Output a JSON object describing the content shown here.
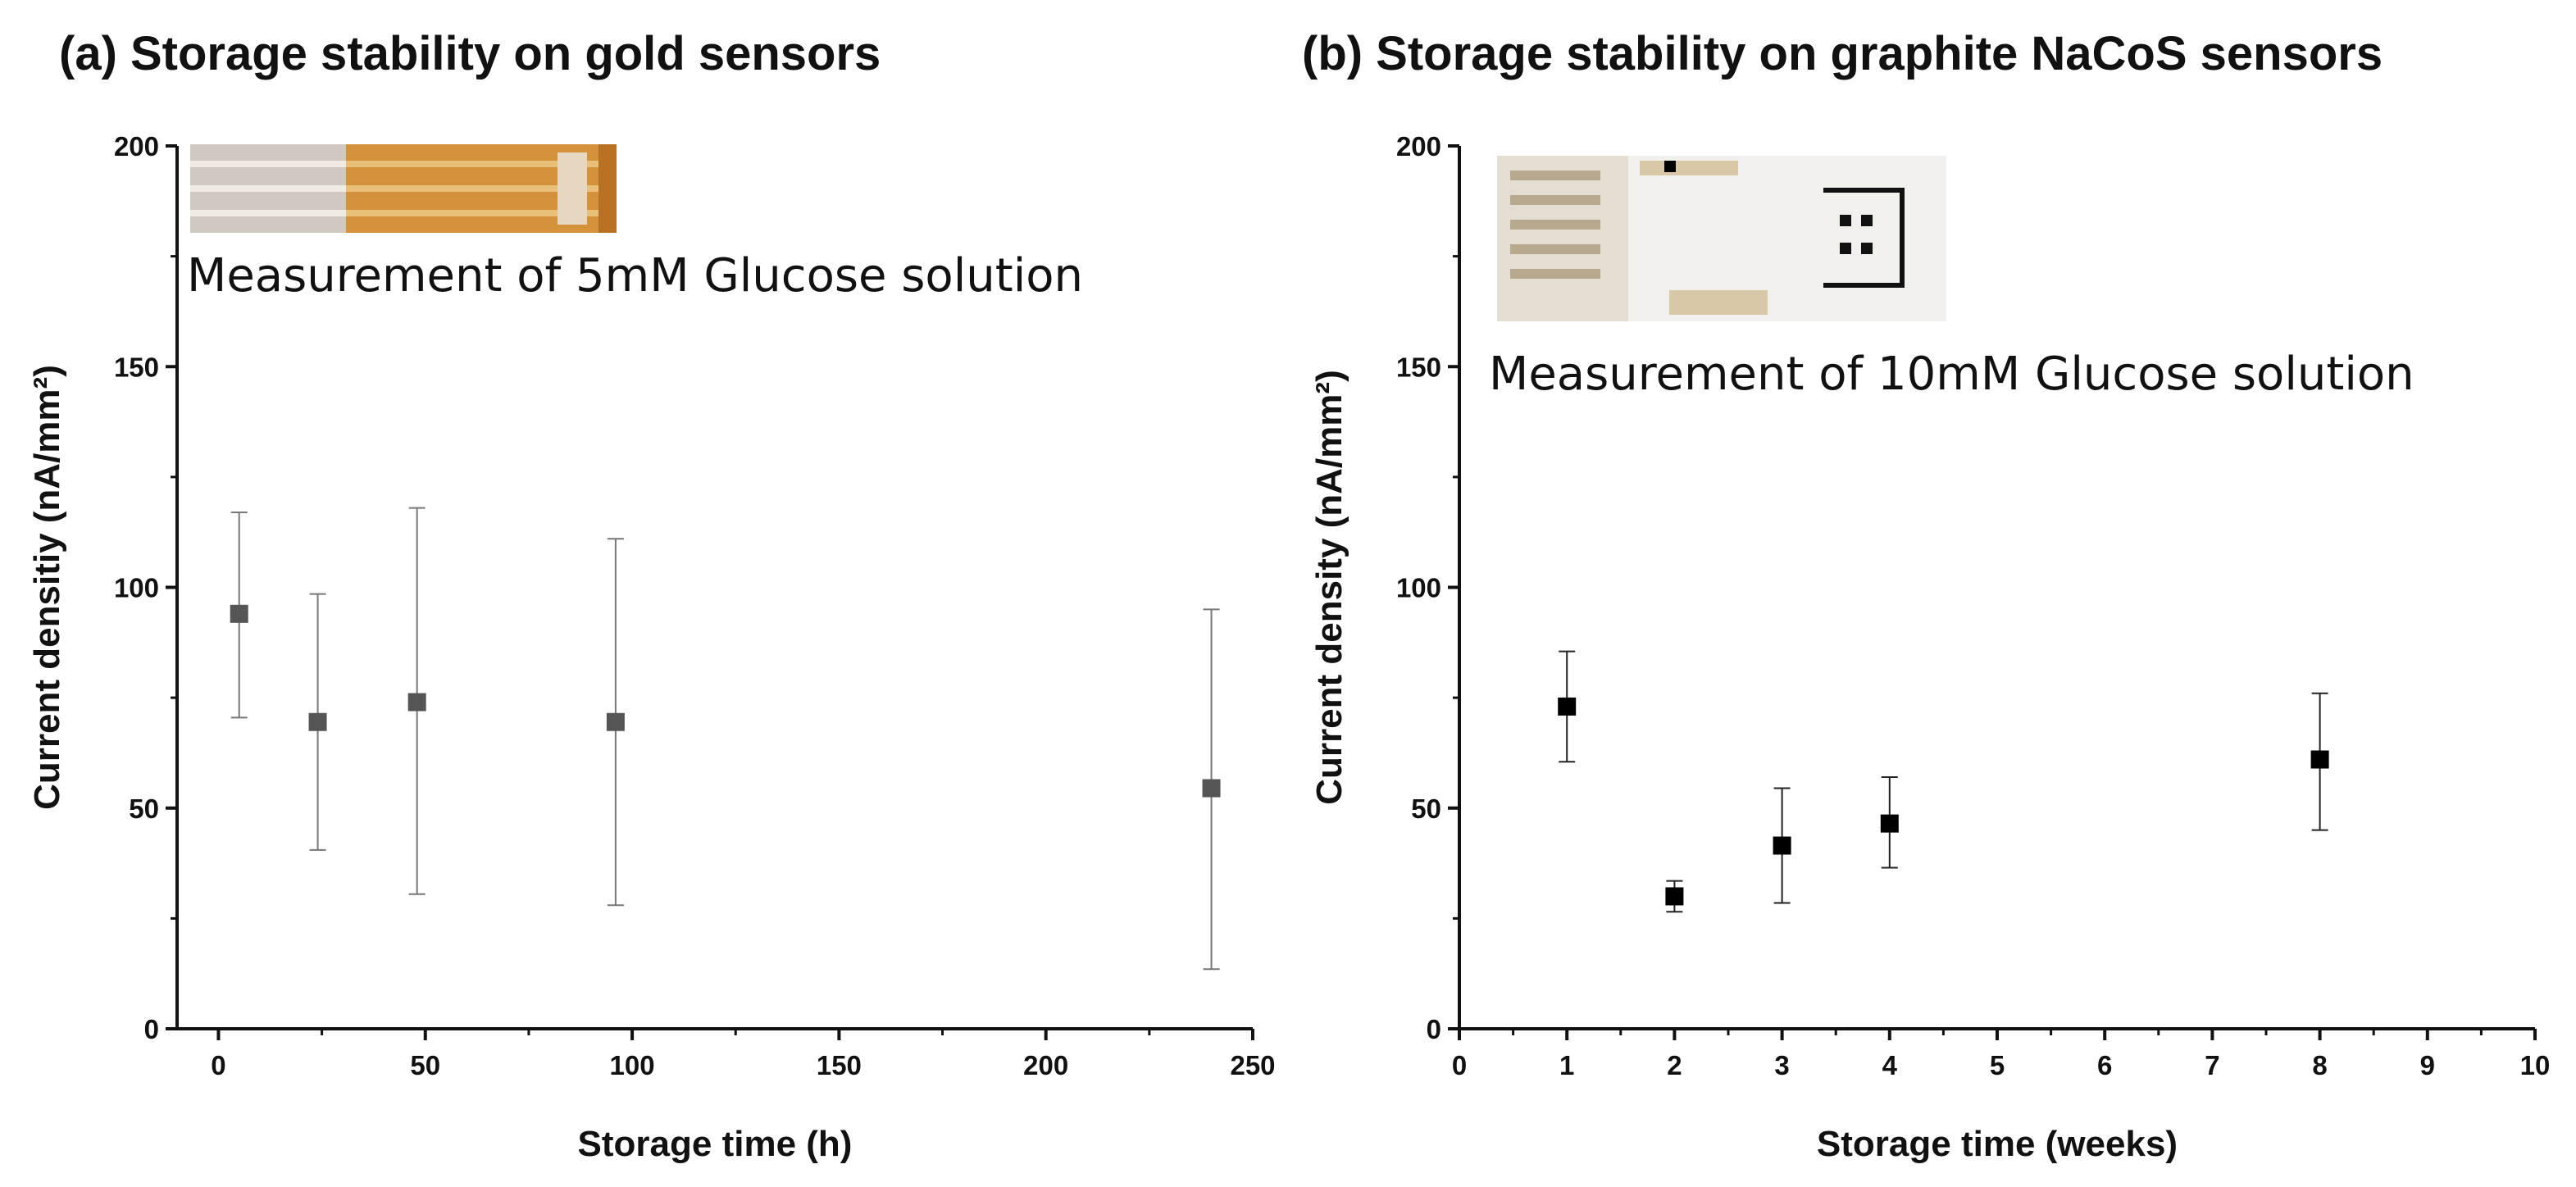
{
  "panels": {
    "a": {
      "title": "(a) Storage stability on gold sensors"
    },
    "b": {
      "title": "(b) Storage stability on graphite NaCoS sensors"
    }
  },
  "chart_data": [
    {
      "type": "scatter",
      "title": "(a) Storage stability on gold sensors",
      "annotation": "Measurement of 5mM Glucose solution",
      "xlabel": "Storage time (h)",
      "ylabel": "Current densitiy (nA/mm²)",
      "xlim": [
        -10,
        250
      ],
      "ylim": [
        0,
        200
      ],
      "x_ticks": [
        0,
        50,
        100,
        150,
        200,
        250
      ],
      "y_ticks": [
        0,
        50,
        100,
        150,
        200
      ],
      "grid": false,
      "marker_color": "#555555",
      "series": [
        {
          "x": [
            5,
            24,
            48,
            96,
            240
          ],
          "y": [
            94,
            69.5,
            74,
            69.5,
            54.5
          ],
          "err_low": [
            70.5,
            40.5,
            30.5,
            28,
            13.5
          ],
          "err_high": [
            117,
            98.5,
            118,
            111,
            95
          ]
        }
      ]
    },
    {
      "type": "scatter",
      "title": "(b) Storage stability on graphite NaCoS sensors",
      "annotation": "Measurement of 10mM Glucose solution",
      "xlabel": "Storage time (weeks)",
      "ylabel": "Current density (nA/mm²)",
      "xlim": [
        0,
        10
      ],
      "ylim": [
        0,
        200
      ],
      "x_ticks": [
        0,
        1,
        2,
        3,
        4,
        5,
        6,
        7,
        8,
        9,
        10
      ],
      "y_ticks": [
        0,
        50,
        100,
        150,
        200
      ],
      "grid": false,
      "marker_color": "#000000",
      "series": [
        {
          "x": [
            1,
            2,
            3,
            4,
            8
          ],
          "y": [
            73,
            30,
            41.5,
            46.5,
            61
          ],
          "err_low": [
            60.5,
            26.5,
            28.5,
            36.5,
            45
          ],
          "err_high": [
            85.5,
            33.5,
            54.5,
            57,
            76
          ]
        }
      ]
    }
  ]
}
